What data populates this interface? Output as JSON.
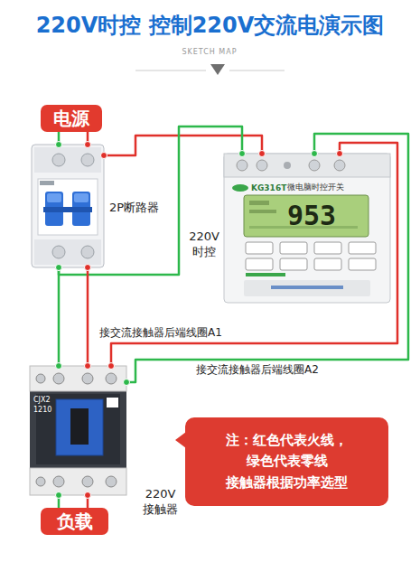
{
  "diagram": {
    "title": "220V时控 控制220V交流电演示图",
    "nodes": [
      {
        "text": [
          "电源"
        ]
      },
      {
        "text": [
          "2P断路器"
        ]
      },
      {
        "text": [
          "220V 时控"
        ]
      },
      {
        "text": [
          "220V 接触器"
        ]
      },
      {
        "text": [
          "负载"
        ]
      },
      {
        "text": [
          "注：红色代表火线， 绿色代表零线 接触器根据功率选型"
        ]
      }
    ],
    "edges": [
      {
        "from": 0,
        "to": 1,
        "arrow": "none"
      },
      {
        "from": 0,
        "to": 1,
        "arrow": "none"
      },
      {
        "from": 1,
        "to": 2,
        "arrow": "none"
      },
      {
        "from": 1,
        "to": 2,
        "arrow": "none"
      },
      {
        "from": 2,
        "to": 3,
        "arrow": "none",
        "label": "接交流接触器后端线圈A1"
      },
      {
        "from": 2,
        "to": 3,
        "arrow": "none",
        "label": "接交流接触器后端线圈A2"
      },
      {
        "from": 1,
        "to": 3,
        "arrow": "none"
      },
      {
        "from": 1,
        "to": 3,
        "arrow": "none"
      },
      {
        "from": 3,
        "to": 4,
        "arrow": "none"
      },
      {
        "from": 3,
        "to": 4,
        "arrow": "none"
      }
    ],
    "labels": [
      "SKETCH MAP",
      "KG316T",
      "微电脑时控开关",
      "953",
      "CJX2",
      "1210"
    ]
  }
}
